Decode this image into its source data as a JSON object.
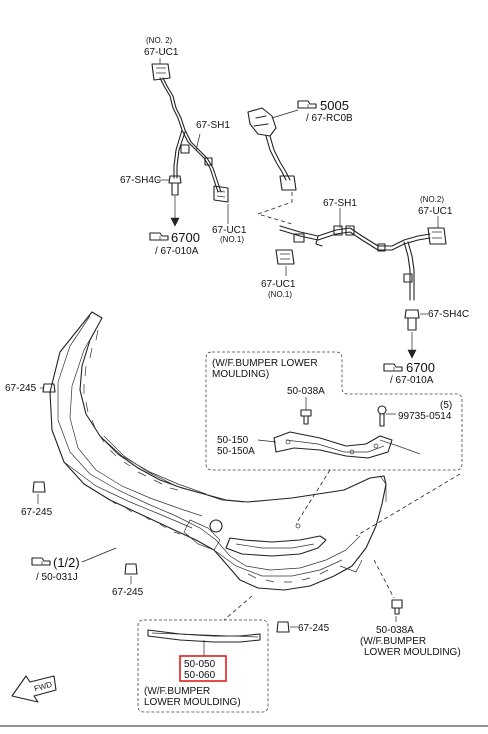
{
  "labels": {
    "uc1_top_left_no": "(NO. 2)",
    "uc1_top_left": "67-UC1",
    "sh1_left": "67-SH1",
    "sh4c_left": "67-SH4C",
    "uc1_mid_left": "67-UC1",
    "uc1_mid_left_no": "(NO.1)",
    "ref_6700_left": "6700",
    "ref_6700_left_sub": "/ 67-010A",
    "ref_5005": "5005",
    "ref_5005_sub": "/ 67-RC0B",
    "sh1_right": "67-SH1",
    "uc1_top_right_no": "(NO.2)",
    "uc1_top_right": "67-UC1",
    "uc1_center": "67-UC1",
    "uc1_center_no": "(NO.1)",
    "sh4c_right": "67-SH4C",
    "ref_6700_right": "6700",
    "ref_6700_right_sub": "/ 67-010A",
    "bracket_box_line1": "(W/F.BUMPER LOWER",
    "bracket_box_line2": "MOULDING)",
    "bracket_clip": "50-038A",
    "bracket_screw_qty": "(5)",
    "bracket_screw": "99735-0514",
    "bracket_part_a": "50-150",
    "bracket_part_b": "50-150A",
    "bolt_upper_left": "67-245",
    "bolt_lower_left": "67-245",
    "ref_1_2": "(1/2)",
    "ref_1_2_sub": "/ 50-031J",
    "bolt_bottom_center": "67-245",
    "bolt_bottom_right": "67-245",
    "clip_bottom_right": "50-038A",
    "clip_note_line1": "(W/F.BUMPER",
    "clip_note_line2": "LOWER MOULDING)",
    "moulding_part_a": "50-050",
    "moulding_part_b": "50-060",
    "moulding_note_line1": "(W/F.BUMPER",
    "moulding_note_line2": "LOWER MOULDING)",
    "fwd": "FWD"
  },
  "colors": {
    "line": "#222222",
    "highlight": "#e0201a",
    "background": "#ffffff"
  },
  "icons": {
    "reference_arrow": "pointing-hand-icon",
    "forward_arrow": "fwd-arrow-icon"
  }
}
